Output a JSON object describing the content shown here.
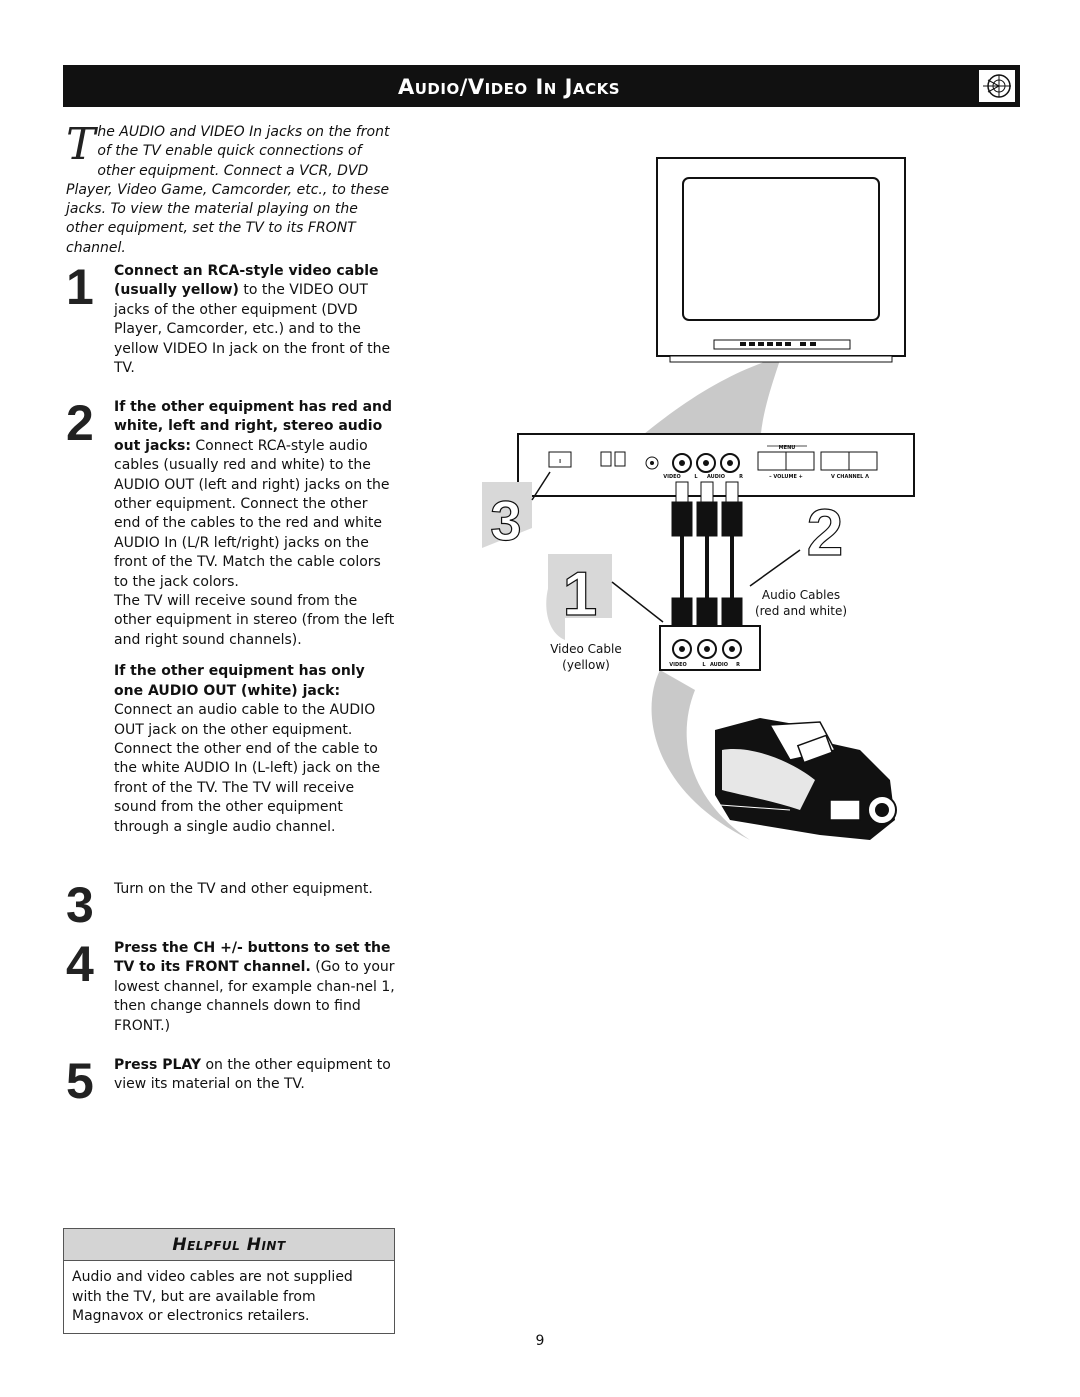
{
  "header": {
    "title": "Audio/Video In Jacks",
    "icon": "tv-antenna-icon"
  },
  "intro": {
    "dropcap": "T",
    "text": "he AUDIO and VIDEO In jacks on the front of the TV enable quick connections of other equipment. Connect a VCR, DVD Player, Video Game, Camcorder, etc., to these jacks. To view the material playing on the other equipment, set the TV to its FRONT channel."
  },
  "steps": [
    {
      "number": "1",
      "bold": "Connect an RCA-style video cable (usually yellow)",
      "text": " to the VIDEO OUT jacks of the other equipment (DVD Player, Camcorder, etc.) and to the yellow VIDEO In jack on the front of the TV."
    },
    {
      "number": "2",
      "bold": "If the other equipment has red and white, left and right, stereo audio out jacks:",
      "text": " Connect RCA-style audio cables (usually red and white) to the AUDIO OUT (left and right) jacks on the other equipment. Connect the other end of the cables to the red and white AUDIO In (L/R left/right) jacks on the front of the TV. Match the cable colors to the jack colors.",
      "text2": "The TV will receive sound from the other equipment in stereo (from the left and right sound channels).",
      "sub_bold": "If the other equipment has only one AUDIO OUT (white) jack:",
      "sub_text": " Connect an audio cable to the AUDIO OUT jack on the other equipment. Connect the other end of the cable to the white AUDIO In (L-left) jack on the front of the TV. The TV will receive sound from the other equipment through a single audio channel."
    },
    {
      "number": "3",
      "text": "Turn on the TV and other equipment."
    },
    {
      "number": "4",
      "bold": "Press the CH +/- buttons to set the TV to its FRONT channel.",
      "text": " (Go to your lowest channel, for example chan-nel 1, then change channels down to find FRONT.)"
    },
    {
      "number": "5",
      "bold": "Press PLAY",
      "text": " on the other equipment to view its material on the TV."
    }
  ],
  "hint": {
    "title": "Helpful Hint",
    "text": "Audio and video cables are not supplied with the TV, but are available from Magnavox or electronics retailers."
  },
  "figure": {
    "callouts": [
      "3",
      "2",
      "1"
    ],
    "tv_panel_labels": {
      "menu": "MENU",
      "video": "VIDEO",
      "l": "L",
      "audio": "AUDIO",
      "r": "R",
      "volume": "– VOLUME +",
      "channel": "V CHANNEL Λ"
    },
    "camcorder_jack_labels": {
      "video": "VIDEO",
      "l": "L",
      "audio": "AUDIO",
      "r": "R"
    },
    "audio_cables_label": "Audio Cables",
    "audio_cables_sub": "(red and white)",
    "video_cable_label": "Video Cable",
    "video_cable_sub": "(yellow)"
  },
  "page_number": "9"
}
